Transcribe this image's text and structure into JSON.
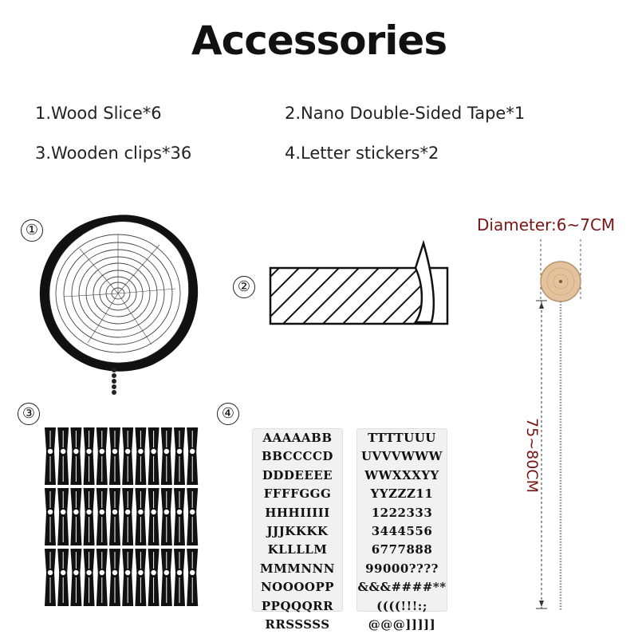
{
  "title": "Accessories",
  "items": [
    {
      "text": "1.Wood Slice*6"
    },
    {
      "text": "2.Nano Double-Sided Tape*1"
    },
    {
      "text": "3.Wooden clips*36"
    },
    {
      "text": "4.Letter stickers*2"
    }
  ],
  "markers": [
    "①",
    "②",
    "③",
    "④"
  ],
  "dimensions": {
    "diameter": "Diameter:6~7CM",
    "length": "75~80CM"
  },
  "stickers": {
    "sheet1": [
      "AAAAABB",
      "BBCCCCD",
      "DDDEEEE",
      "FFFFGGG",
      "HHHIIIII",
      "JJJKKKK",
      "KLLLLM",
      "MMMNNN",
      "NOOOOPP",
      "PPQQQRR",
      "RRSSSSS"
    ],
    "sheet2": [
      "TTTTUUU",
      "UVVVWWW",
      "WWXXXYY",
      "YYZZZ11",
      "1222333",
      "3444556",
      "6777888",
      "99000????",
      "&&&####**",
      "((((!!!:;",
      "@@@]]]]]"
    ]
  },
  "colors": {
    "accent": "#7a1414",
    "ink": "#111111",
    "wood": "#e3c29d"
  }
}
